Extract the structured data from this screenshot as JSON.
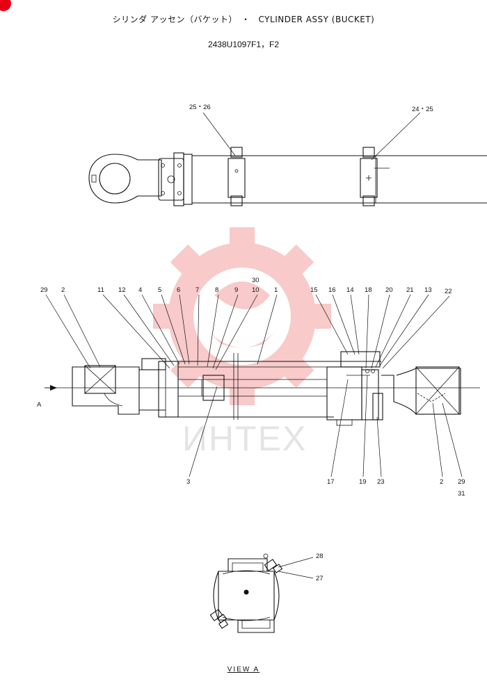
{
  "header": {
    "title_jp": "シリンダ アッセン（バケット）",
    "title_sep": "・",
    "title_en": "CYLINDER ASSY (BUCKET)",
    "part_number": "2438U1097F1，F2"
  },
  "watermark": {
    "text": "ИНТЕХ",
    "color": "#f08080"
  },
  "section_view": {
    "arrow_label": "A"
  },
  "callouts_top_view": [
    "25・26",
    "24・25"
  ],
  "callouts_section_top": [
    "29",
    "2",
    "11",
    "12",
    "4",
    "5",
    "6",
    "7",
    "8",
    "9",
    "10",
    "30",
    "1",
    "15",
    "16",
    "14",
    "18",
    "20",
    "21",
    "13",
    "22"
  ],
  "callouts_section_bottom": [
    "3",
    "17",
    "19",
    "23",
    "2",
    "29",
    "31"
  ],
  "callouts_view_a": [
    "28",
    "27"
  ],
  "view_a": {
    "label": "VIEW  A"
  }
}
